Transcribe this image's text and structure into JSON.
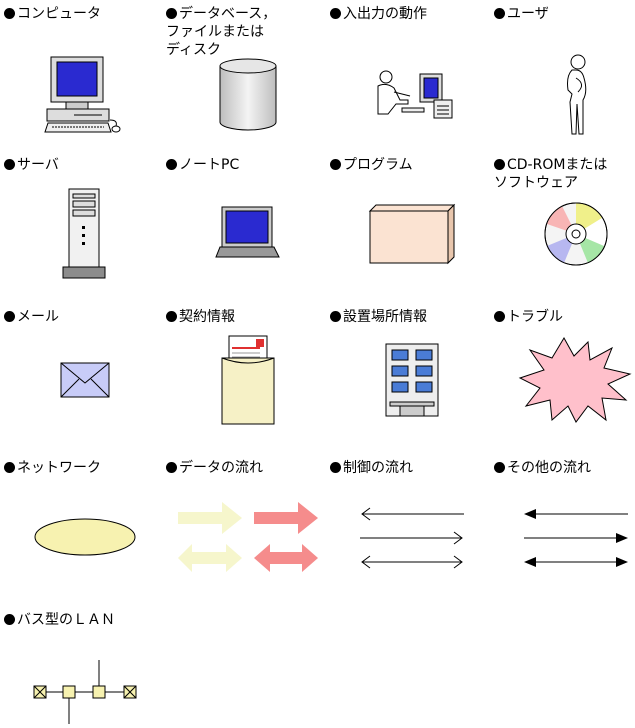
{
  "legend": {
    "computer": "コンピュータ",
    "database": "データベース，\nファイルまたは\nディスク",
    "io_operation": "入出力の動作",
    "user": "ユーザ",
    "server": "サーバ",
    "notebook_pc": "ノートPC",
    "program": "プログラム",
    "cdrom": "CD-ROMまたは\nソフトウェア",
    "mail": "メール",
    "contract_info": "契約情報",
    "site_info": "設置場所情報",
    "trouble": "トラブル",
    "network": "ネットワーク",
    "data_flow": "データの流れ",
    "control_flow": "制御の流れ",
    "other_flow": "その他の流れ",
    "bus_lan": "バス型のＬＡＮ"
  },
  "colors": {
    "screen_blue": "#2a2ad0",
    "box_beige": "#fbe3d2",
    "envelope_blue": "#c8ccf8",
    "contract_yellow": "#f6f1c6",
    "trouble_pink": "#ffc0cb",
    "network_yellow": "#f7f2b0",
    "flow_yellow": "#f6f6cc",
    "flow_red": "#f58c8c",
    "bus_node": "#f7f2b0"
  }
}
